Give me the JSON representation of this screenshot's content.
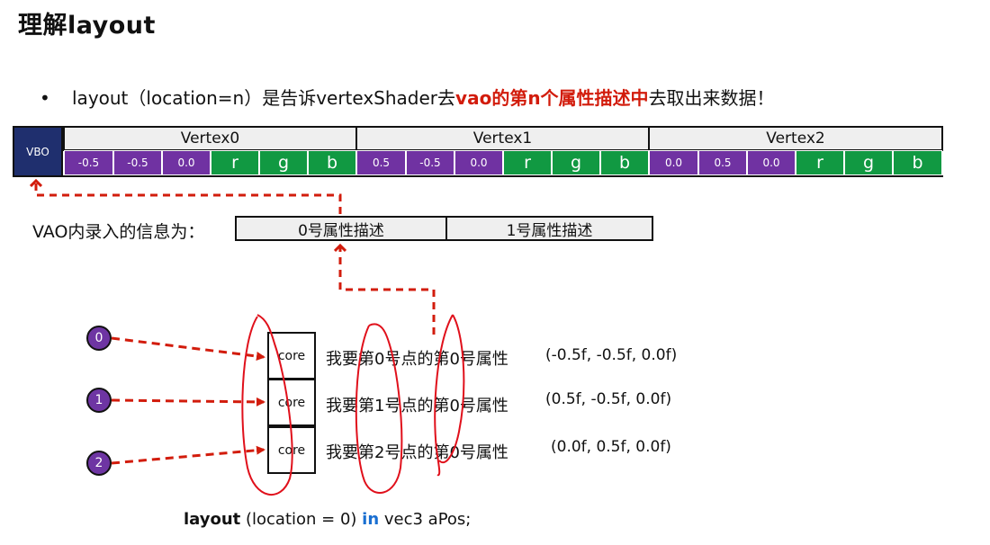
{
  "title": "理解layout",
  "bullet": {
    "marker": "•",
    "pre": "layout（location=n）是告诉vertexShader去",
    "highlight": "vao的第n个属性描述中",
    "post": "去取出来数据！"
  },
  "vbo": {
    "label": "VBO",
    "vertices": [
      {
        "name": "Vertex0",
        "values": [
          "-0.5",
          "-0.5",
          "0.0",
          "r",
          "g",
          "b"
        ]
      },
      {
        "name": "Vertex1",
        "values": [
          "0.5",
          "-0.5",
          "0.0",
          "r",
          "g",
          "b"
        ]
      },
      {
        "name": "Vertex2",
        "values": [
          "0.0",
          "0.5",
          "0.0",
          "r",
          "g",
          "b"
        ]
      }
    ]
  },
  "vao": {
    "label": "VAO内录入的信息为：",
    "attributes": [
      "0号属性描述",
      "1号属性描述"
    ]
  },
  "cores": [
    {
      "index": "0",
      "label": "core",
      "request": "我要第0号点的第0号属性",
      "coord": "(-0.5f, -0.5f, 0.0f)"
    },
    {
      "index": "1",
      "label": "core",
      "request": "我要第1号点的第0号属性",
      "coord": "(0.5f, -0.5f, 0.0f)"
    },
    {
      "index": "2",
      "label": "core",
      "request": "我要第2号点的第0号属性",
      "coord": "(0.0f,  0.5f, 0.0f)"
    }
  ],
  "code": {
    "kw_layout": "layout",
    "args": " (location = 0) ",
    "kw_in": "in",
    "rest": " vec3 aPos;"
  },
  "colors": {
    "position_cell": "#7032a2",
    "color_cell": "#119942",
    "vbo_label_bg": "#1f2f6e",
    "arrow": "#d21c0c",
    "highlight": "#d21c0c",
    "keyword_in": "#1a6fd1"
  }
}
